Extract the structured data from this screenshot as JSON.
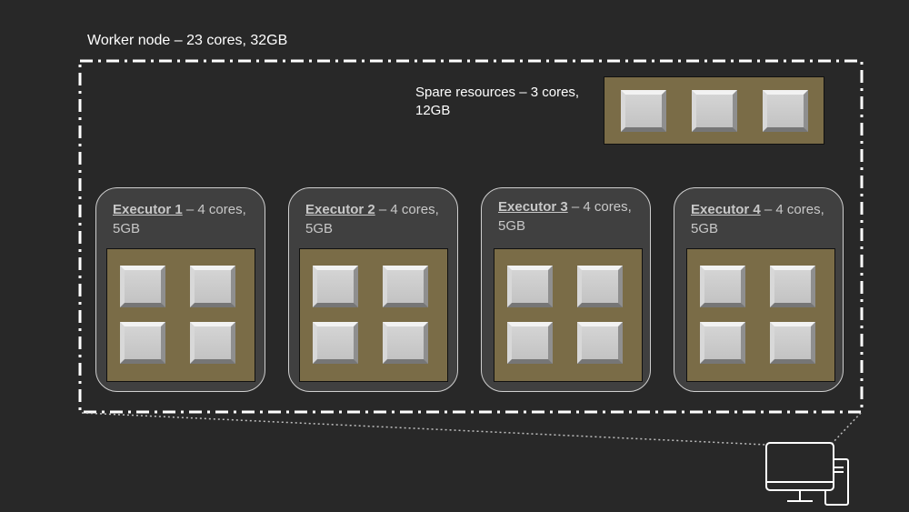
{
  "worker_node": {
    "title": "Worker node – 23 cores, 32GB"
  },
  "spare": {
    "label": "Spare resources – 3 cores, 12GB",
    "cores": 3
  },
  "executors": [
    {
      "name": "Executor 1",
      "resources": "– 4 cores, 5GB",
      "cores": 4
    },
    {
      "name": "Executor 2",
      "resources": "– 4 cores, 5GB",
      "cores": 4
    },
    {
      "name": "Executor 3",
      "resources": "– 4 cores, 5GB",
      "cores": 4
    },
    {
      "name": "Executor 4",
      "resources": "– 4 cores, 5GB",
      "cores": 4
    }
  ],
  "icons": {
    "core": "cpu-core-icon",
    "computer": "computer-icon"
  },
  "colors": {
    "background": "#282828",
    "executor_fill": "#404040",
    "pool_fill": "#7a6c47",
    "core_fill": "#cdcdcd",
    "border": "#ffffff"
  }
}
